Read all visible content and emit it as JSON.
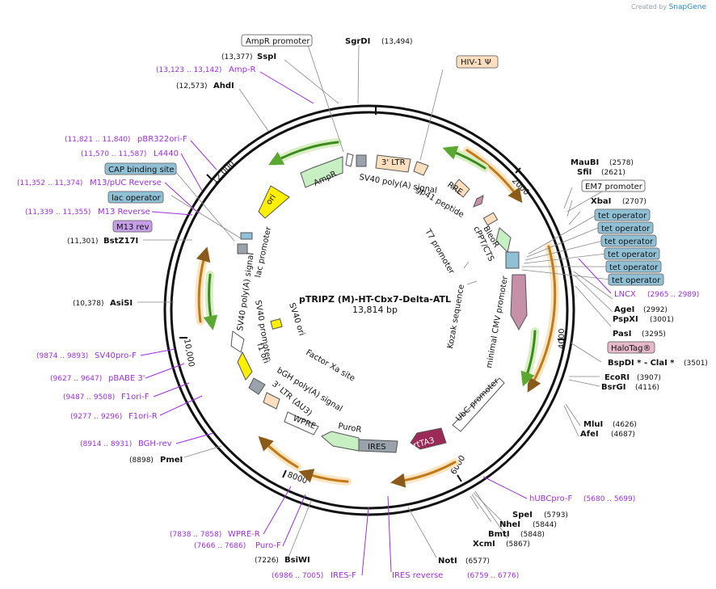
{
  "credit": {
    "prefix": "Created by",
    "brand": "SnapGene"
  },
  "plasmid": {
    "name": "pTRIPZ (M)-HT-Cbx7-Delta-ATL",
    "length_label": "13,814 bp"
  },
  "ticks": [
    "2000",
    "4000",
    "6000",
    "8000",
    "10,000",
    "12,000"
  ],
  "enzymes": {
    "sgrdi": {
      "name": "SgrDI",
      "pos": "(13,494)"
    },
    "sspi": {
      "name": "SspI",
      "pos": "(13,377)"
    },
    "ahdi": {
      "name": "AhdI",
      "pos": "(12,573)"
    },
    "bstz17i": {
      "name": "BstZ17I",
      "pos": "(11,301)"
    },
    "asisi": {
      "name": "AsiSI",
      "pos": "(10,378)"
    },
    "pmei": {
      "name": "PmeI",
      "pos": "(8898)"
    },
    "bsiwi": {
      "name": "BsiWI",
      "pos": "(7226)"
    },
    "noti": {
      "name": "NotI",
      "pos": "(6577)"
    },
    "xcmi": {
      "name": "XcmI",
      "pos": "(5867)"
    },
    "bmti": {
      "name": "BmtI",
      "pos": "(5848)"
    },
    "nhei": {
      "name": "NheI",
      "pos": "(5844)"
    },
    "spei": {
      "name": "SpeI",
      "pos": "(5793)"
    },
    "afei": {
      "name": "AfeI",
      "pos": "(4687)"
    },
    "mlui": {
      "name": "MluI",
      "pos": "(4626)"
    },
    "bsrgi": {
      "name": "BsrGI",
      "pos": "(4116)"
    },
    "ecori": {
      "name": "EcoRI",
      "pos": "(3907)"
    },
    "bspdi": {
      "name": "BspDI * - ClaI *",
      "pos": "(3501)"
    },
    "pasi": {
      "name": "PasI",
      "pos": "(3295)"
    },
    "pspxi": {
      "name": "PspXI",
      "pos": "(3001)"
    },
    "agei": {
      "name": "AgeI",
      "pos": "(2992)"
    },
    "xbai": {
      "name": "XbaI",
      "pos": "(2707)"
    },
    "sfii": {
      "name": "SfiI",
      "pos": "(2621)"
    },
    "maubi": {
      "name": "MauBI",
      "pos": "(2578)"
    }
  },
  "primers": {
    "ampr": {
      "name": "Amp-R",
      "pos": "(13,123 .. 13,142)"
    },
    "pbr322": {
      "name": "pBR322ori-F",
      "pos": "(11,821 .. 11,840)"
    },
    "l4440": {
      "name": "L4440",
      "pos": "(11,570 .. 11,587)"
    },
    "m13rev": {
      "name": "M13/pUC Reverse",
      "pos": "(11,352 .. 11,374)"
    },
    "m13r": {
      "name": "M13 Reverse",
      "pos": "(11,339 .. 11,355)"
    },
    "sv40pro": {
      "name": "SV40pro-F",
      "pos": "(9874 .. 9893)"
    },
    "pbabe": {
      "name": "pBABE 3'",
      "pos": "(9627 .. 9647)"
    },
    "f1orif": {
      "name": "F1ori-F",
      "pos": "(9487 .. 9508)"
    },
    "f1orir": {
      "name": "F1ori-R",
      "pos": "(9277 .. 9296)"
    },
    "bghrev": {
      "name": "BGH-rev",
      "pos": "(8914 .. 8931)"
    },
    "wprer": {
      "name": "WPRE-R",
      "pos": "(7838 .. 7858)"
    },
    "purof": {
      "name": "Puro-F",
      "pos": "(7666 .. 7686)"
    },
    "iresf": {
      "name": "IRES-F",
      "pos": "(6986 .. 7005)"
    },
    "iresrev": {
      "name": "IRES reverse",
      "pos": "(6759 .. 6776)"
    },
    "hubcpro": {
      "name": "hUBCpro-F",
      "pos": "(5680 .. 5699)"
    },
    "lncx": {
      "name": "LNCX",
      "pos": "(2965 .. 2989)"
    }
  },
  "boxes": {
    "ampr_promoter": "AmpR promoter",
    "hiv1": "HIV-1 Ψ",
    "cap": "CAP binding site",
    "lac_op": "lac operator",
    "m13rev": "M13 rev",
    "em7": "EM7 promoter",
    "tet": [
      "tet operator",
      "tet operator",
      "tet operator",
      "tet operator",
      "tet operator",
      "tet operator"
    ],
    "halotag": "HaloTag®"
  },
  "features": {
    "ltr3": "3' LTR",
    "sv40polya_top": "SV40 poly(A) signal",
    "rre": "RRE",
    "gp41": "gp41 peptide",
    "ampr": "AmpR",
    "ori": "ori",
    "bleor": "BleoR",
    "cppt": "cPPT/CTS",
    "t7": "T7 promoter",
    "kozak": "Kozak sequence",
    "mcmv": "minimal CMV promoter",
    "lacprom": "lac promoter",
    "sv40polya_left": "SV40 poly(A) signal",
    "sv40prom": "SV40 promoter",
    "sv40ori": "SV40 ori",
    "f1ori": "f1 ori",
    "factorxa": "Factor Xa site",
    "bgh": "bGH poly(A) signal",
    "ltr3du3": "3' LTR (ΔU3)",
    "wpre": "WPRE",
    "puror": "PuroR",
    "ires": "IRES",
    "rta3": "rtTA3",
    "ubc": "UbC promoter"
  },
  "colors": {
    "primer": "#9b30d9",
    "orf_orange": "#e8a23a",
    "orf_green": "#5aa832",
    "box_blue": "#8fc0d6"
  }
}
